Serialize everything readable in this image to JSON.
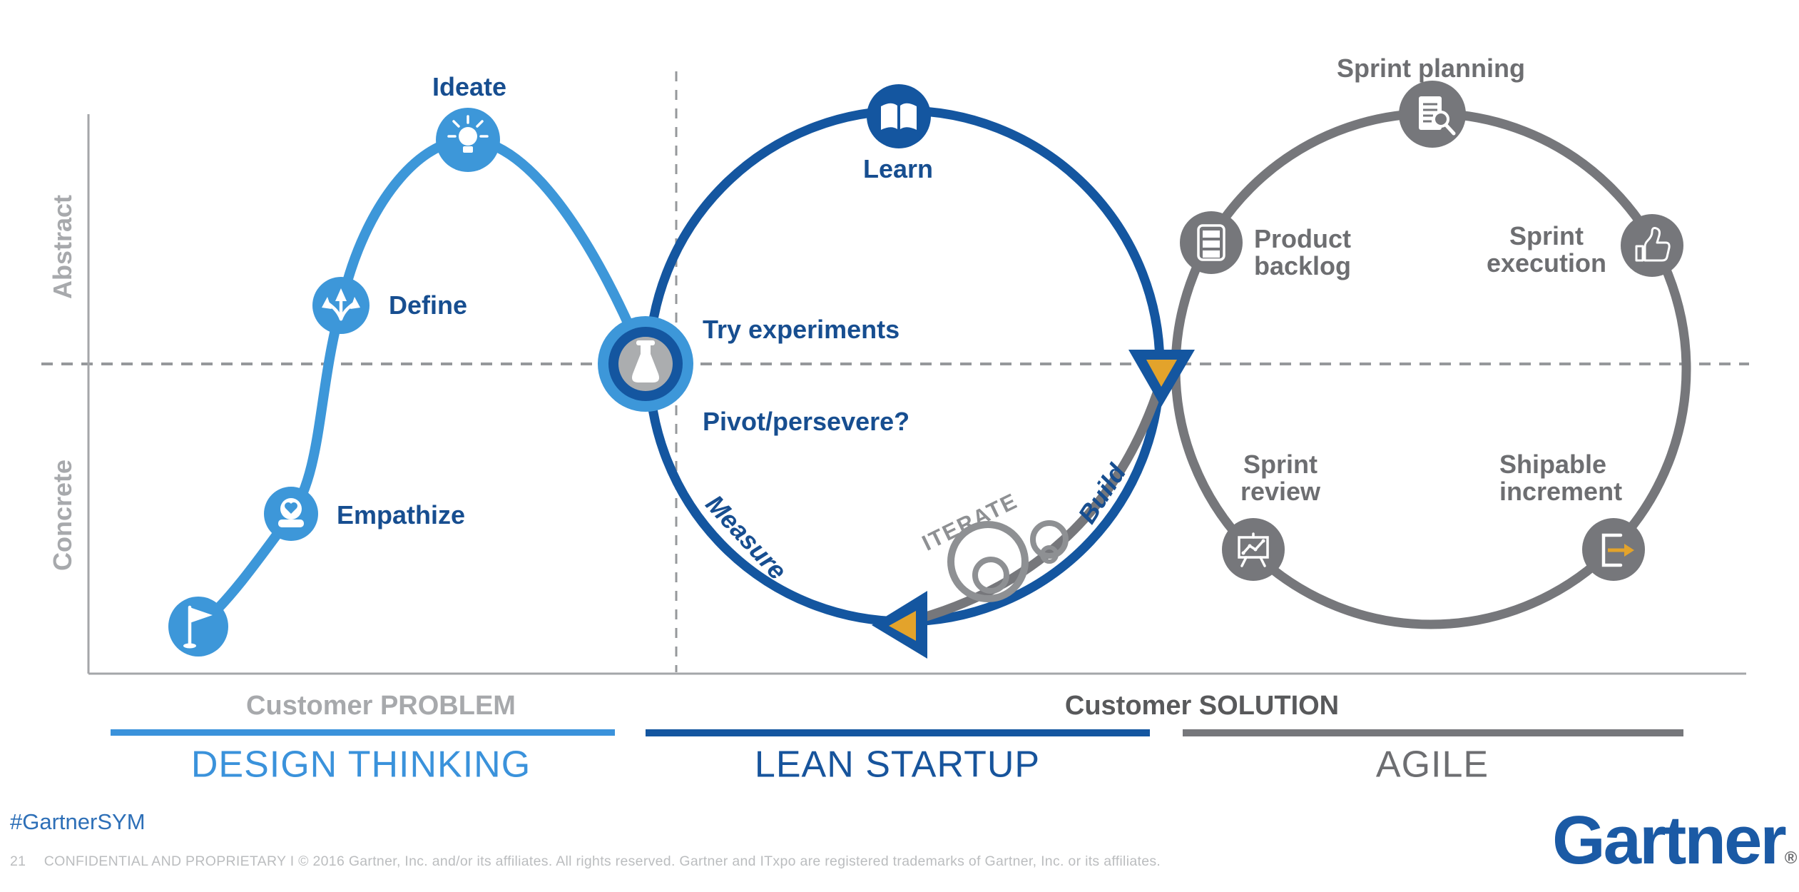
{
  "colors": {
    "light_blue": "#3D97D9",
    "title_blue": "#3A92DB",
    "dark_blue": "#1456A0",
    "navy_text": "#174E90",
    "gray": "#76777B",
    "light_gray_text": "#A7A9AC",
    "dark_gray_text": "#58595B",
    "mid_gray_text": "#6D6E71",
    "iterate_gray": "#8E9093",
    "gold": "#E3A32B",
    "gartner_blue": "#1B5AA5",
    "hashtag_blue": "#2D6FB7"
  },
  "axes": {
    "y_top_label": "Abstract",
    "y_bottom_label": "Concrete"
  },
  "design_thinking": {
    "title": "DESIGN THINKING",
    "section_label": "Customer PROBLEM",
    "ideate": "Ideate",
    "define": "Define",
    "empathize": "Empathize"
  },
  "lean_startup": {
    "title": "LEAN STARTUP",
    "learn": "Learn",
    "try_experiments": "Try experiments",
    "pivot_persevere": "Pivot/persevere?",
    "measure": "Measure",
    "build": "Build",
    "iterate": "ITERATE"
  },
  "agile": {
    "title": "AGILE",
    "section_label": "Customer SOLUTION",
    "sprint_planning": "Sprint planning",
    "product_backlog": "Product backlog",
    "sprint_execution": "Sprint execution",
    "sprint_review": "Sprint review",
    "shipable_increment": "Shipable increment"
  },
  "icons": {
    "start": "flag-icon",
    "empathize": "head-heart-icon",
    "define": "three-way-arrows-icon",
    "ideate": "lightbulb-icon",
    "experiment": "flask-icon",
    "learn": "open-book-icon",
    "sprint_planning": "document-magnifier-icon",
    "product_backlog": "stacked-list-icon",
    "sprint_execution": "thumbs-up-icon",
    "sprint_review": "chart-board-icon",
    "shipable_increment": "export-door-icon"
  },
  "footer": {
    "hashtag": "#GartnerSYM",
    "page_number": "21",
    "legal": "CONFIDENTIAL AND PROPRIETARY  I  © 2016 Gartner, Inc. and/or its affiliates. All rights reserved. Gartner and ITxpo are registered trademarks of Gartner, Inc. or its affiliates.",
    "logo_text": "Gartner",
    "logo_registered": "®"
  }
}
